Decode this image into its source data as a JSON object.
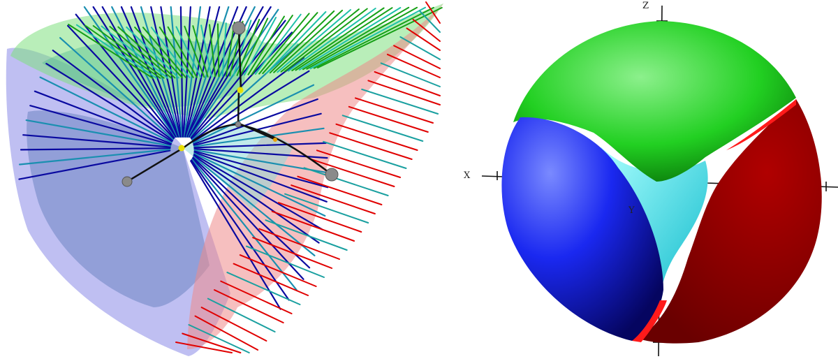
{
  "figure": {
    "left_panel": {
      "kind": "ruled-surface-rendering",
      "surfaces": [
        {
          "name": "green",
          "ruling_color": "#16a016",
          "ruling_alt_color": "#1ec0a8",
          "fill": "#7fe07f"
        },
        {
          "name": "blue",
          "ruling_color": "#0a0aa0",
          "ruling_alt_color": "#1a8fb0",
          "fill": "#8a8ae8"
        },
        {
          "name": "red",
          "ruling_color": "#e00000",
          "ruling_alt_color": "#1aa0a0",
          "fill": "#ee8a8a"
        }
      ],
      "marker_colors": {
        "sphere": "#8a8a8a",
        "center": "#e8e000"
      }
    },
    "right_panel": {
      "kind": "sphere-partition-rendering",
      "axes": {
        "x": "X",
        "y": "Y",
        "z": "Z"
      },
      "regions": [
        {
          "name": "green-cap",
          "color": "#22dd22"
        },
        {
          "name": "blue-cap",
          "color": "#1a1aee"
        },
        {
          "name": "dark-red-cap",
          "color": "#8b0000"
        },
        {
          "name": "cyan-core",
          "color": "#22dddd"
        },
        {
          "name": "red-seam",
          "color": "#ff1a1a"
        }
      ]
    }
  }
}
